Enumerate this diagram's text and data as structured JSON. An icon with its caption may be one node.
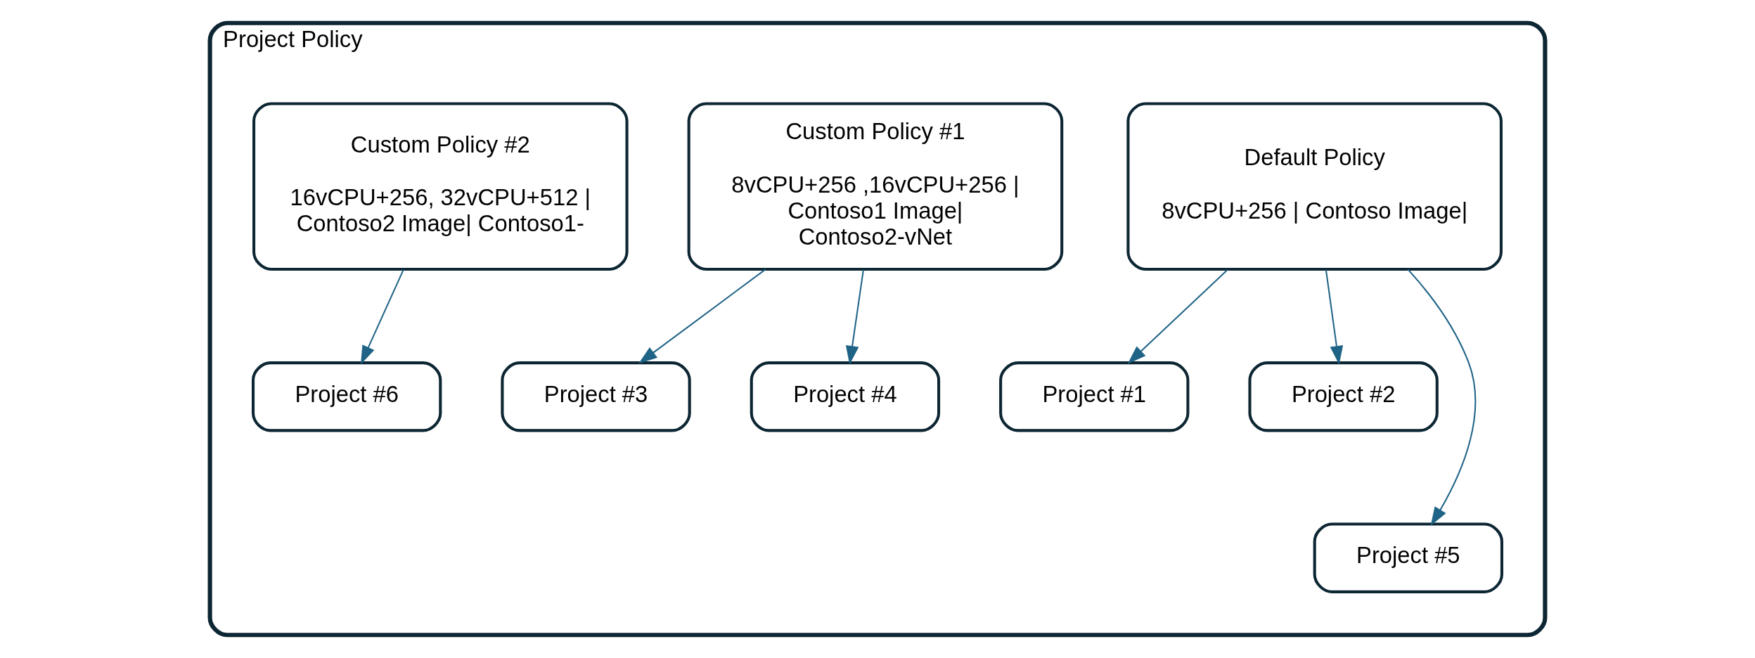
{
  "diagram": {
    "nodes": [
      {
        "text": [
          "Project Policy"
        ]
      },
      {
        "text": [
          "Default Policy",
          "8vCPU+256 | Contoso Image|"
        ],
        "in": 0
      },
      {
        "text": [
          "Custom Policy #1",
          "8vCPU+256 ,16vCPU+256 | Contoso1 Image| Contoso2-vNet"
        ],
        "in": 0
      },
      {
        "text": [
          "Custom Policy #2",
          "16vCPU+256, 32vCPU+512 | Contoso2 Image| Contoso1-"
        ],
        "in": 0
      },
      {
        "text": [
          "Project #1"
        ],
        "in": 0
      },
      {
        "text": [
          "Project #2"
        ],
        "in": 0
      },
      {
        "text": [
          "Project #3"
        ],
        "in": 0
      },
      {
        "text": [
          "Project #4"
        ],
        "in": 0
      },
      {
        "text": [
          "Project #6"
        ],
        "in": 0
      },
      {
        "text": [
          "Project #5"
        ],
        "in": 0
      }
    ],
    "edges": [
      {
        "from": 1,
        "to": 4,
        "arrow": "to"
      },
      {
        "from": 1,
        "to": 9,
        "arrow": "to"
      },
      {
        "from": 1,
        "to": 5,
        "arrow": "to"
      },
      {
        "from": 2,
        "to": 6,
        "arrow": "to"
      },
      {
        "from": 2,
        "to": 7,
        "arrow": "to"
      },
      {
        "from": 3,
        "to": 8,
        "arrow": "to"
      }
    ]
  }
}
